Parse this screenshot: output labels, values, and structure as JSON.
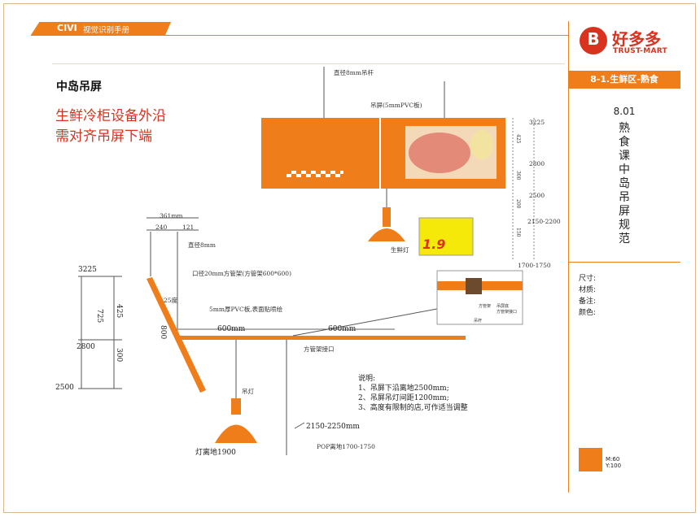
{
  "header": {
    "brand": "CIVI",
    "manual_title": "视觉识别手册"
  },
  "logo": {
    "mark": "B",
    "name_cn": "好多多",
    "name_en": "TRUST-MART"
  },
  "section": {
    "label": "8-1.生鲜区-熟食",
    "code": "8.01",
    "title": "熟食课中岛吊屏规范"
  },
  "specs": {
    "size": "尺寸:",
    "material": "材质:",
    "notes": "备注:",
    "color": "颜色:"
  },
  "swatch": {
    "m": "M:60",
    "y": "Y:100"
  },
  "drawing": {
    "title": "中岛吊屏",
    "red_line1": "生鲜冷柜设备外沿",
    "red_line2": "需对齐吊屏下端",
    "rod_label": "直径8mm吊杆",
    "screen_label": "吊屏(5mmPVC板)",
    "lamp_label": "生鲜灯",
    "price_tag": "1.9",
    "dim_3225": "3225",
    "dim_2800": "2800",
    "dim_2500": "2500",
    "dim_725": "725",
    "dim_425": "425",
    "dim_300": "300",
    "dim_800": "800",
    "dim_361": "361mm",
    "dim_240": "240",
    "dim_121": "121",
    "angle": "25度",
    "rod8": "直径8mm",
    "frame_spec": "口径20mm方管架(方管架600*600)",
    "pvc_spec": "5mm厚PVC板,表面贴喷绘",
    "len_600a": "600mm",
    "len_600b": "600mm",
    "joint": "方管架接口",
    "lamp_side": "吊灯",
    "lamp_height": "灯离地1900",
    "range": "2150-2250mm",
    "pop": "POP离地1700-1750",
    "notes_title": "说明:",
    "note1": "1、吊屏下沿离地2500mm;",
    "note2": "2、吊屏吊灯间距1200mm;",
    "note3": "3、高度有限制的店,可作适当调整",
    "side_3225": "3225",
    "side_425": "425",
    "side_2800": "2800",
    "side_300": "300",
    "side_2500": "2500",
    "side_200": "200",
    "side_2150": "2150-2200",
    "side_150": "150",
    "side_1700": "1700-1750",
    "detail_a": "方管架",
    "detail_b": "吊屏底",
    "detail_c": "方管架接口",
    "detail_d": "吊杆"
  },
  "colors": {
    "accent": "#ef7d1a",
    "brand_red": "#d9321f"
  }
}
